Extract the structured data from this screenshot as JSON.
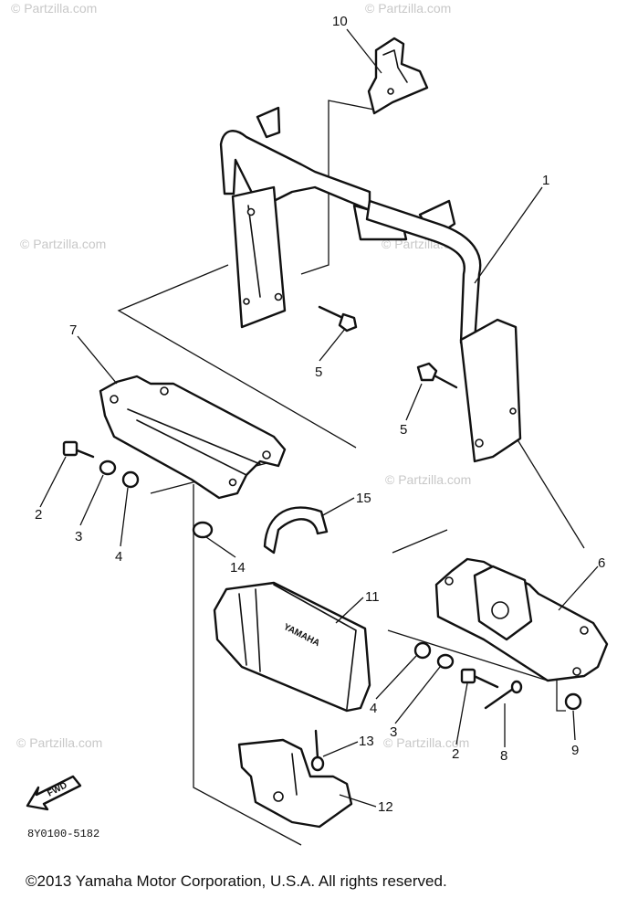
{
  "watermark": "© Partzilla.com",
  "diagram_code": "8Y0100-5182",
  "fwd_label": "FWD",
  "emblem_text": "YAMAHA",
  "copyright": "©2013  Yamaha Motor Corporation, U.S.A. All rights reserved.",
  "callouts": {
    "c1": "1",
    "c2a": "2",
    "c2b": "2",
    "c3a": "3",
    "c3b": "3",
    "c4a": "4",
    "c4b": "4",
    "c5a": "5",
    "c5b": "5",
    "c6": "6",
    "c7": "7",
    "c8": "8",
    "c9": "9",
    "c10": "10",
    "c11": "11",
    "c12": "12",
    "c13": "13",
    "c14": "14",
    "c15": "15"
  }
}
